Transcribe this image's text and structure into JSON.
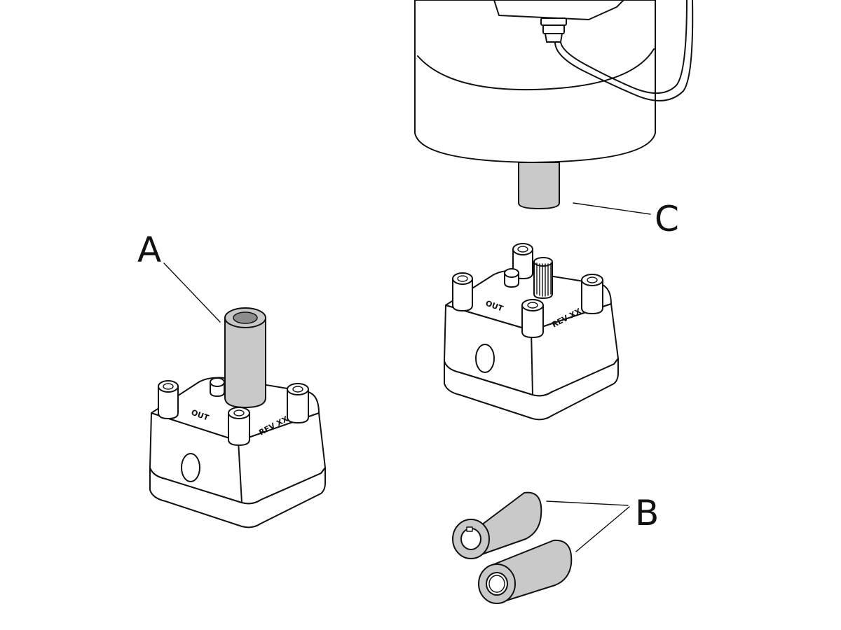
{
  "callouts": {
    "a": "A",
    "b": "B",
    "c": "C"
  },
  "engravings": {
    "out_left": "OUT",
    "rev_left": "REV XX",
    "out_right": "OUT",
    "rev_right": "REV XX"
  },
  "colors": {
    "line": "#111111",
    "fill_light": "#ffffff",
    "fill_shaft": "#c9c9c9"
  }
}
